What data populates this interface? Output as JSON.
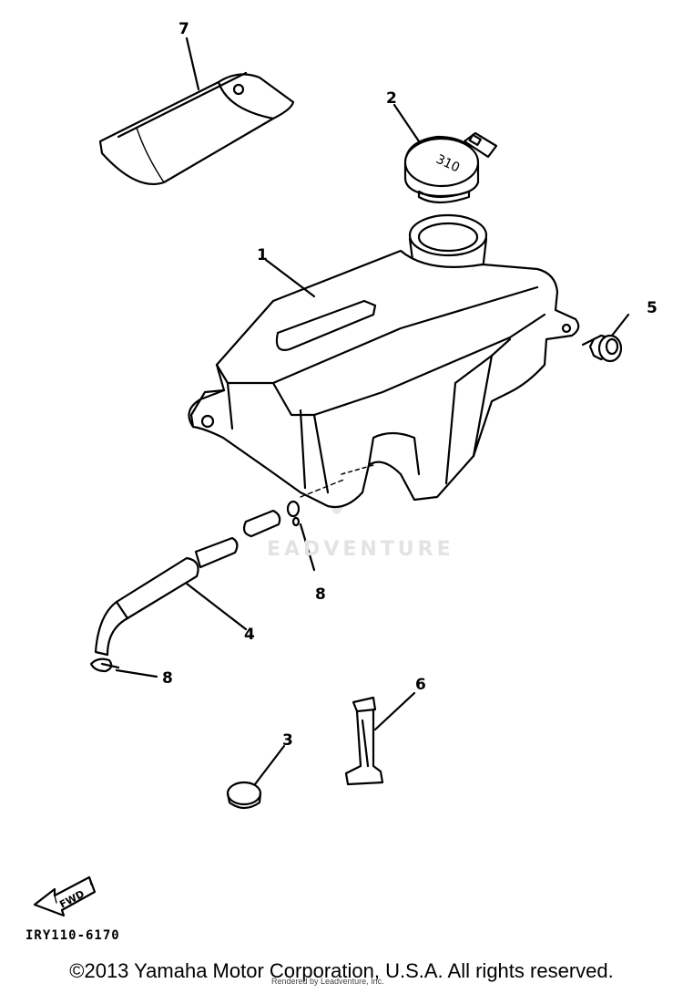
{
  "callouts": {
    "fuel_tank": "1",
    "cap": "2",
    "grommet": "3",
    "fuel_hose": "4",
    "bolt": "5",
    "strap": "6",
    "fuel_bag": "7",
    "clip_upper": "8",
    "clip_lower": "8"
  },
  "cap_marking": "310",
  "fwd_label": "FWD",
  "part_code": "IRY110-6170",
  "watermark": "EADVENTURE",
  "rendered_by": "Rendered by Leadventure, Inc.",
  "copyright": "©2013 Yamaha Motor Corporation, U.S.A. All rights reserved."
}
